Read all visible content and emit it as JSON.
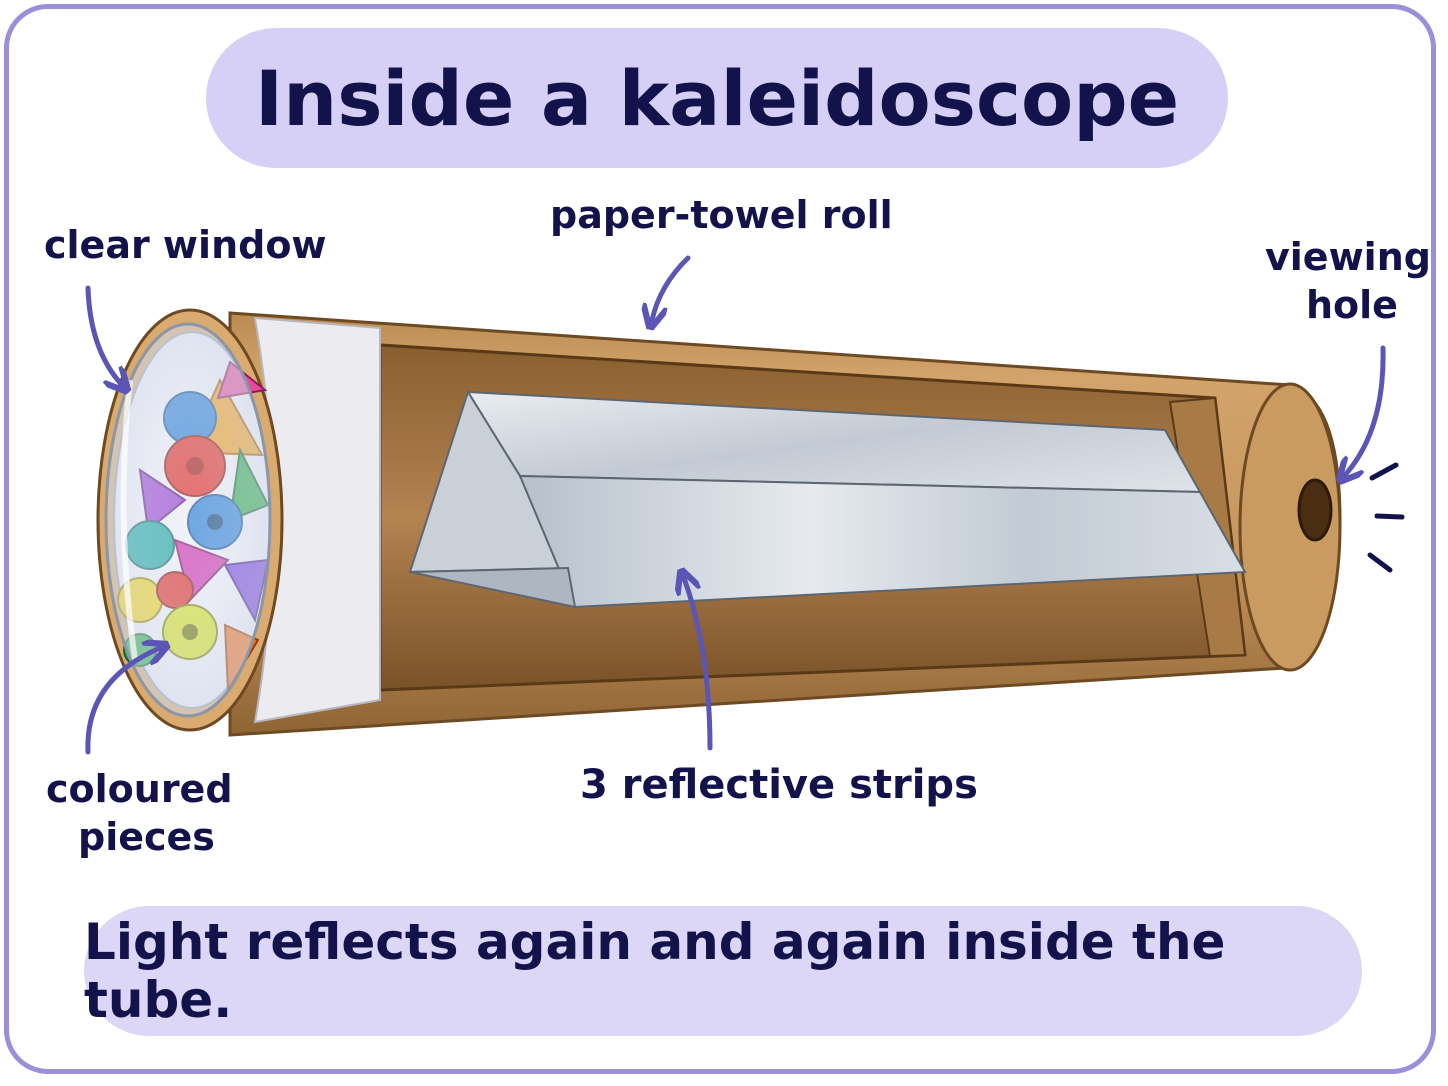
{
  "title": "Inside a kaleidoscope",
  "caption": "Light reflects again and again inside the tube.",
  "labels": {
    "clear_window": "clear window",
    "paper_towel_roll": "paper-towel roll",
    "viewing_hole_line1": "viewing",
    "viewing_hole_line2": "hole",
    "coloured_pieces_line1": "coloured",
    "coloured_pieces_line2": "pieces",
    "reflective_strips": "3 reflective strips"
  },
  "colors": {
    "frame": "#9b8fd9",
    "pill": "#d6d0f7",
    "text": "#14124a",
    "arrow": "#5b55b5",
    "cardboard": "#c79a5e",
    "cardboard_dark": "#9c6f3c",
    "mirror": "#cfd6df"
  }
}
